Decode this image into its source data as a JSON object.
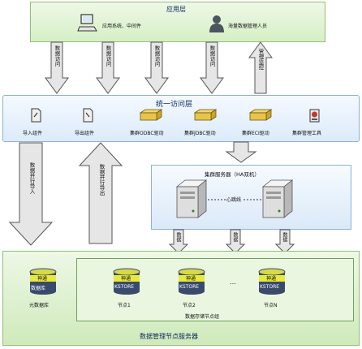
{
  "app_layer": {
    "title": "应用层",
    "app_system": "应用系统、中间件",
    "admin": "海量数据管理人员"
  },
  "access_layer": {
    "title": "统一访问层",
    "import": "导入组件",
    "export": "导出组件",
    "odbc": "集群ODBC驱动",
    "jdbc": "集群JDBC驱动",
    "eci": "集群ECI驱动",
    "mgmt_tool": "集群管理工具"
  },
  "arrows": {
    "down_1": "数据访问",
    "down_2": "数据访问",
    "down_3": "数据访问",
    "down_4": "数据访问",
    "up_1": "管理监控",
    "left_down": "数据并行导入",
    "left_up": "数据并行导出",
    "cluster_down_1": "数据",
    "cluster_down_2": "数据",
    "cluster_down_3": "数据"
  },
  "cluster": {
    "title": "集群服务器（HA双机）",
    "heartbeat": "心跳线"
  },
  "storage": {
    "meta_top": "神通",
    "meta_bottom": "数据库",
    "meta_label": "元数据库",
    "node_top": "神通",
    "node_bottom": "KSTORE",
    "node1": "节点1",
    "node2": "节点2",
    "ellipsis": "…",
    "noden": "节点N",
    "group_label": "数据存储节点组",
    "server_label": "数据管理节点服务器"
  }
}
